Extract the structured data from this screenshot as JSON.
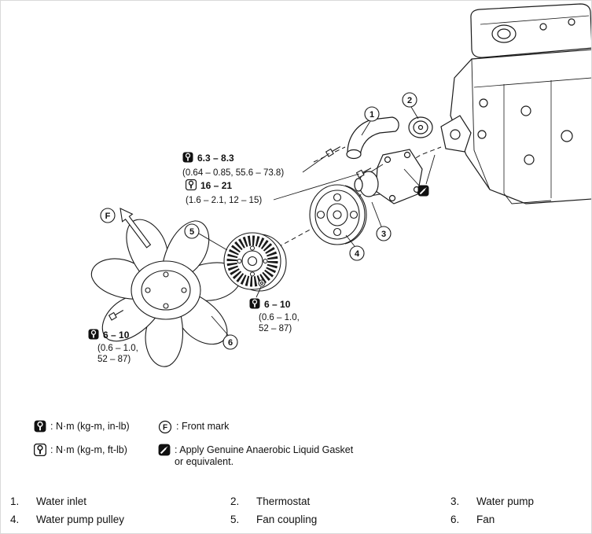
{
  "torque_specs": {
    "inlet": {
      "value": "6.3 – 8.3",
      "detail": "(0.64 – 0.85, 55.6 – 73.8)"
    },
    "pump": {
      "value": "16 – 21",
      "detail": "(1.6 – 2.1, 12 – 15)"
    },
    "coupling": {
      "value": "6 – 10",
      "detail_line1": "(0.6 – 1.0,",
      "detail_line2": "52 – 87)"
    },
    "fan": {
      "value": "6 – 10",
      "detail_line1": "(0.6 – 1.0,",
      "detail_line2": "52 – 87)"
    }
  },
  "callouts": {
    "c1": "1",
    "c2": "2",
    "c3": "3",
    "c4": "4",
    "c5": "5",
    "c6": "6"
  },
  "front_mark": "F",
  "legend": {
    "inlb": ": N·m (kg-m, in-lb)",
    "ftlb": ": N·m (kg-m, ft-lb)",
    "front": ": Front mark",
    "gasket_line1": ": Apply Genuine Anaerobic Liquid Gasket",
    "gasket_line2": "or equivalent."
  },
  "parts": [
    {
      "num": "1.",
      "name": "Water inlet"
    },
    {
      "num": "2.",
      "name": "Thermostat"
    },
    {
      "num": "3.",
      "name": "Water pump"
    },
    {
      "num": "4.",
      "name": "Water pump pulley"
    },
    {
      "num": "5.",
      "name": "Fan coupling"
    },
    {
      "num": "6.",
      "name": "Fan"
    }
  ]
}
